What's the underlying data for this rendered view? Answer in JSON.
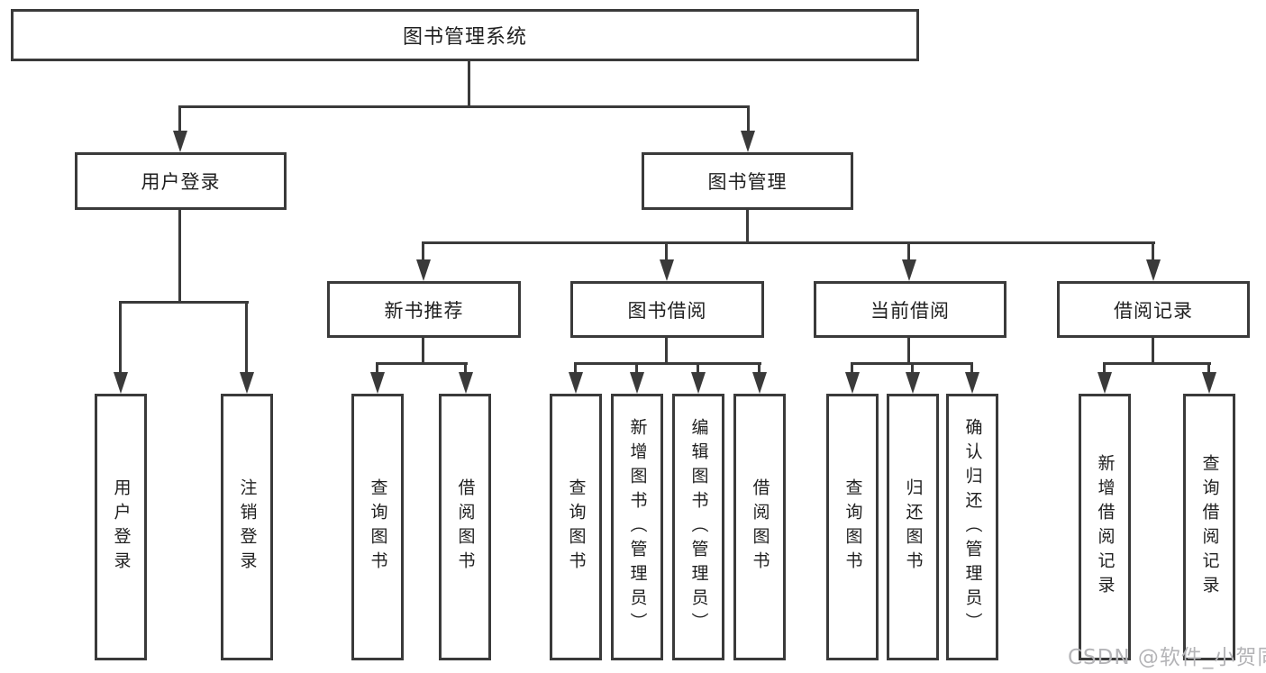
{
  "diagram_title": "图书管理系统",
  "watermark": "CSDN @软件_小贺同学",
  "colors": {
    "line": "#3a3a3a",
    "box_border": "#3a3a3a",
    "text": "#1f1f1f",
    "background": "#ffffff",
    "watermark": "#b4b4b7"
  },
  "tree": {
    "label": "图书管理系统",
    "children": [
      {
        "label": "用户登录",
        "children": [
          {
            "label": "用户登录"
          },
          {
            "label": "注销登录"
          }
        ]
      },
      {
        "label": "图书管理",
        "children": [
          {
            "label": "新书推荐",
            "children": [
              {
                "label": "查询图书"
              },
              {
                "label": "借阅图书"
              }
            ]
          },
          {
            "label": "图书借阅",
            "children": [
              {
                "label": "查询图书"
              },
              {
                "label": "新增图书（管理员）"
              },
              {
                "label": "编辑图书（管理员）"
              },
              {
                "label": "借阅图书"
              }
            ]
          },
          {
            "label": "当前借阅",
            "children": [
              {
                "label": "查询图书"
              },
              {
                "label": "归还图书"
              },
              {
                "label": "确认归还（管理员）"
              }
            ]
          },
          {
            "label": "借阅记录",
            "children": [
              {
                "label": "新增借阅记录"
              },
              {
                "label": "查询借阅记录"
              }
            ]
          }
        ]
      }
    ]
  }
}
